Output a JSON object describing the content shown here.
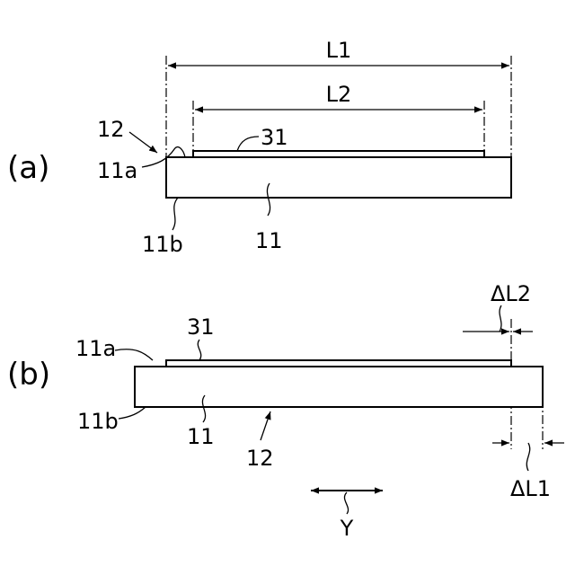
{
  "panel_a": {
    "panel_label": "(a)",
    "dim_outer": "L1",
    "dim_inner": "L2",
    "film": "31",
    "substrate": "11",
    "top_surface": "11a",
    "bottom_surface": "11b",
    "assembly": "12"
  },
  "panel_b": {
    "panel_label": "(b)",
    "dim_shift_film": "ΔL2",
    "dim_shift_substrate": "ΔL1",
    "film": "31",
    "substrate": "11",
    "top_surface": "11a",
    "bottom_surface": "11b",
    "assembly": "12"
  },
  "direction": {
    "axis_label": "Y"
  }
}
